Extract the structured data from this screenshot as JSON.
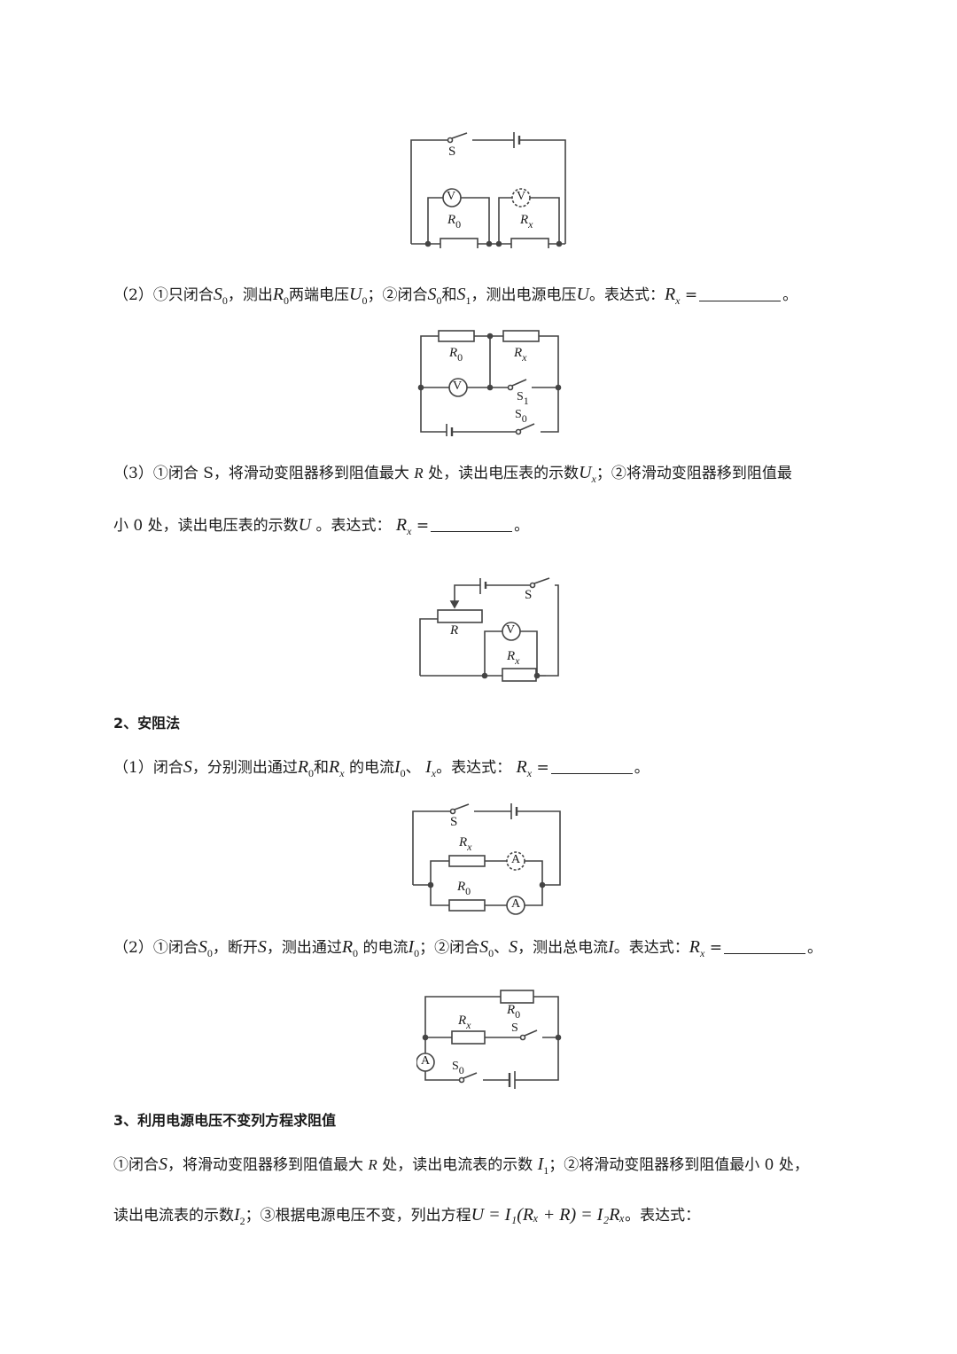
{
  "section1": {
    "item2": {
      "prefix": "（2）①只闭合",
      "S": "S",
      "S_sub0": "0",
      "t1": "，测出",
      "R": "R",
      "R_sub0": "0",
      "t2": "两端电压",
      "U": "U",
      "U_sub0": "0",
      "t3": "；②闭合",
      "S2": "S",
      "S2_sub": "0",
      "t4": "和",
      "S3": "S",
      "S3_sub": "1",
      "t5": "，测出电源电压",
      "U2": "U",
      "t6": "。表达式：",
      "Rx": "R",
      "Rx_sub": "x",
      "eq": "=",
      "end": "。"
    },
    "item3": {
      "line1_prefix": "（3）①闭合 S，将滑动变阻器移到阻值最大",
      "R": "R",
      "line1_mid": "处，读出电压表的示数",
      "U": "U",
      "U_sub": "x",
      "line1_end": "；②将滑动变阻器移到阻值最",
      "line2_prefix": "小 0 处，读出电压表的示数",
      "U2": "U",
      "line2_mid": "。表达式：",
      "Rx": "R",
      "Rx_sub": "x",
      "eq": "=",
      "end": "。"
    }
  },
  "section2": {
    "heading": "2、安阻法",
    "item1": {
      "prefix": "（1）闭合",
      "S": "S",
      "t1": "，分别测出通过",
      "R0": "R",
      "R0_sub": "0",
      "t2": "和",
      "Rx": "R",
      "Rx_sub": "x",
      "t3": "的电流",
      "I0": "I",
      "I0_sub": "0",
      "t4": "、",
      "Ix": "I",
      "Ix_sub": "x",
      "t5": "。表达式：",
      "Rx2": "R",
      "Rx2_sub": "x",
      "eq": "=",
      "end": "。"
    },
    "item2": {
      "prefix": "（2）①闭合",
      "S0": "S",
      "S0_sub": "0",
      "t1": "，断开",
      "S": "S",
      "t2": "，测出通过",
      "R0": "R",
      "R0_sub": "0",
      "t3": "的电流",
      "I0": "I",
      "I0_sub": "0",
      "t4": "；②闭合",
      "S0b": "S",
      "S0b_sub": "0",
      "t5": "、",
      "Sb": "S",
      "t6": "，测出总电流",
      "I": "I",
      "t7": "。表达式：",
      "Rx": "R",
      "Rx_sub": "x",
      "eq": "=",
      "end": "。"
    }
  },
  "section3": {
    "heading": "3、利用电源电压不变列方程求阻值",
    "line1_prefix": "①闭合",
    "S": "S",
    "line1_t1": "，将滑动变阻器移到阻值最大",
    "R": "R",
    "line1_t2": "处，读出电流表的示数",
    "I1": "I",
    "I1_sub": "1",
    "line1_end": "；②将滑动变阻器移到阻值最小 0 处，",
    "line2_prefix": "读出电流表的示数",
    "I2": "I",
    "I2_sub": "2",
    "line2_t1": "；③根据电源电压不变，列出方程",
    "equation": "U = I₁(Rₓ + R) = I₂Rₓ",
    "line2_end": "。表达式："
  },
  "circuits": {
    "c1": {
      "switch": "S",
      "meter1": "V",
      "meter2": "V",
      "r1": "R",
      "r1_sub": "0",
      "r2": "R",
      "r2_sub": "x"
    },
    "c2": {
      "r1": "R",
      "r1_sub": "0",
      "r2": "R",
      "r2_sub": "x",
      "meter": "V",
      "s1": "S",
      "s1_sub": "1",
      "s0": "S",
      "s0_sub": "0"
    },
    "c3": {
      "switch": "S",
      "rheostat": "R",
      "meter": "V",
      "rx": "R",
      "rx_sub": "x"
    },
    "c4": {
      "switch": "S",
      "rx": "R",
      "rx_sub": "x",
      "r0": "R",
      "r0_sub": "0",
      "meter1": "A",
      "meter2": "A"
    },
    "c5": {
      "r0": "R",
      "r0_sub": "0",
      "rx": "R",
      "rx_sub": "x",
      "s": "S",
      "s0": "S",
      "s0_sub": "0",
      "meter": "A"
    }
  }
}
